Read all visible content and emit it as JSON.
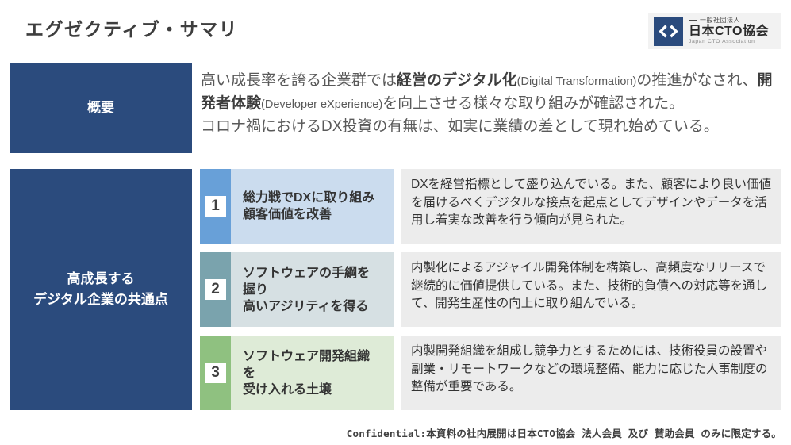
{
  "page": {
    "title": "エグゼクティブ・サマリ",
    "footer": "Confidential:本資料の社内展開は日本CTO協会 法人会員 及び 賛助会員 のみに限定する。"
  },
  "logo": {
    "icon": "code-brackets-icon",
    "icon_bg": "#2b4b7d",
    "panel_bg": "#f2f2f2",
    "org_type": "一般社団法人",
    "org_name": "日本CTO協会",
    "org_name_en": "Japan CTO Association"
  },
  "colors": {
    "accent_dark_blue": "#2b4b7d",
    "description_bg": "#ececec"
  },
  "overview": {
    "label": "概要",
    "label_bg": "#2b4b7d",
    "paragraphs": [
      [
        {
          "text": "高い成長率を誇る企業群では",
          "style": "normal"
        },
        {
          "text": "経営のデジタル化",
          "style": "bold"
        },
        {
          "text": "(Digital Transformation)",
          "style": "small"
        },
        {
          "text": "の推進がなされ、",
          "style": "normal"
        },
        {
          "text": "開発者体験",
          "style": "bold"
        },
        {
          "text": "(Developer eXperience)",
          "style": "small"
        },
        {
          "text": "を向上させる様々な取り組みが確認された。",
          "style": "normal"
        }
      ],
      [
        {
          "text": "コロナ禍におけるDX投資の有無は、如実に業績の差として現れ始めている。",
          "style": "normal"
        }
      ]
    ]
  },
  "common_points": {
    "label": "高成長する\nデジタル企業の共通点",
    "label_bg": "#2b4b7d",
    "items": [
      {
        "number": "1",
        "strip_color": "#68a0d8",
        "heading_bg": "#cbdcee",
        "heading": "総力戦でDXに取り組み\n顧客価値を改善",
        "description": "DXを経営指標として盛り込んでいる。また、顧客により良い価値を届けるべくデジタルな接点を起点としてデザインやデータを活用し着実な改善を行う傾向が見られた。"
      },
      {
        "number": "2",
        "strip_color": "#7aa3ad",
        "heading_bg": "#d6e0e3",
        "heading": "ソフトウェアの手綱を握り\n高いアジリティを得る",
        "description": "内製化によるアジャイル開発体制を構築し、高頻度なリリースで継続的に価値提供している。また、技術的負債への対応等を通して、開発生産性の向上に取り組んでいる。"
      },
      {
        "number": "3",
        "strip_color": "#8fc180",
        "heading_bg": "#deebd7",
        "heading": "ソフトウェア開発組織を\n受け入れる土壌",
        "description": "内製開発組織を組成し競争力とするためには、技術役員の設置や副業・リモートワークなどの環境整備、能力に応じた人事制度の整備が重要である。"
      }
    ]
  }
}
